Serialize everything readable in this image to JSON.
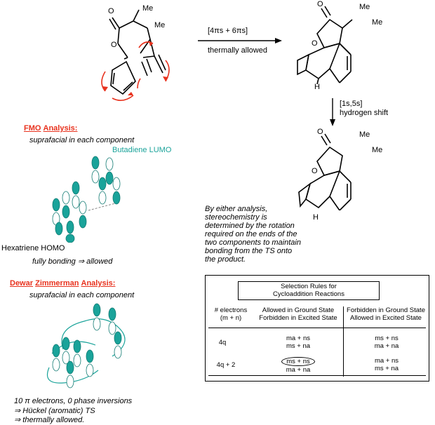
{
  "reaction": {
    "arrow_top": "[4πs + 6πs]",
    "arrow_bottom": "thermally allowed",
    "shift_line1": "[1s,5s]",
    "shift_line2": "hydrogen shift",
    "me": "Me",
    "o": "O",
    "h": "H"
  },
  "fmo": {
    "title_word1": "FMO",
    "title_word2": "Analysis:",
    "subtitle": "suprafacial in each component",
    "lumo_label": "Butadiene LUMO",
    "homo_label": "Hexatriene HOMO",
    "result": "fully bonding ⇒ allowed"
  },
  "dz": {
    "title_word1": "Dewar",
    "title_word2": "Zimmerman",
    "title_word3": "Analysis:",
    "subtitle": "suprafacial in each component",
    "result_line1": "10 π electrons, 0 phase inversions",
    "result_line2": "⇒ Hückel (aromatic) TS",
    "result_line3": "⇒ thermally allowed."
  },
  "explanation": [
    "By either analysis,",
    "stereochemistry is",
    "determined by the rotation",
    "required on the ends of the",
    "two components to maintain",
    "bonding from the TS onto",
    "the product."
  ],
  "table": {
    "title_line1": "Selection Rules for",
    "title_line2": "Cycloaddition Reactions",
    "col1_line1": "# electrons",
    "col1_line2": "(m + n)",
    "col2_line1": "Allowed in Ground State",
    "col2_line2": "Forbidden in Excited State",
    "col3_line1": "Forbidden in Ground State",
    "col3_line2": "Allowed in Excited State",
    "row1_label": "4q",
    "row2_label": "4q + 2",
    "row1_col2": [
      "ma + ns",
      "ms + na"
    ],
    "row1_col3": [
      "ms + ns",
      "ma + na"
    ],
    "row2_col2": [
      "ms + ns",
      "ma + na"
    ],
    "row2_col3": [
      "ma + ns",
      "ms + na"
    ]
  },
  "colors": {
    "accent_red": "#e8321e",
    "orbital_teal": "#1aa39a"
  }
}
